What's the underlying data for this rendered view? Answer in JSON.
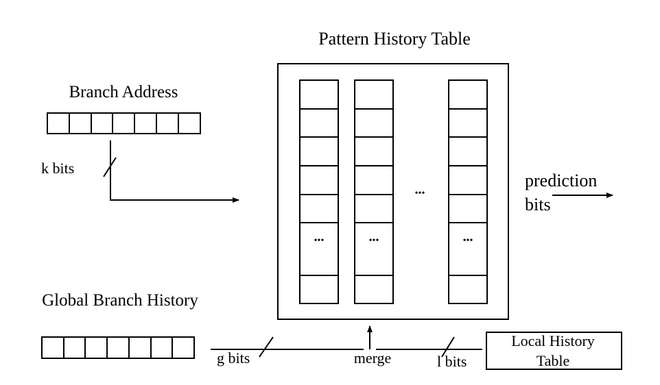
{
  "pattern_history_table": {
    "title": "Pattern History Table"
  },
  "branch_address": {
    "label": "Branch Address",
    "cells": 7
  },
  "global_branch_history": {
    "label": "Global Branch History",
    "cells": 7
  },
  "local_history_table": {
    "label_line1": "Local History",
    "label_line2": "Table"
  },
  "annotations": {
    "k_bits": "k bits",
    "g_bits": "g bits",
    "l_bits": "l bits",
    "merge": "merge",
    "prediction_line1": "prediction",
    "prediction_line2": "bits",
    "column_ellipsis": "•••",
    "between_columns_ellipsis": "•••"
  }
}
